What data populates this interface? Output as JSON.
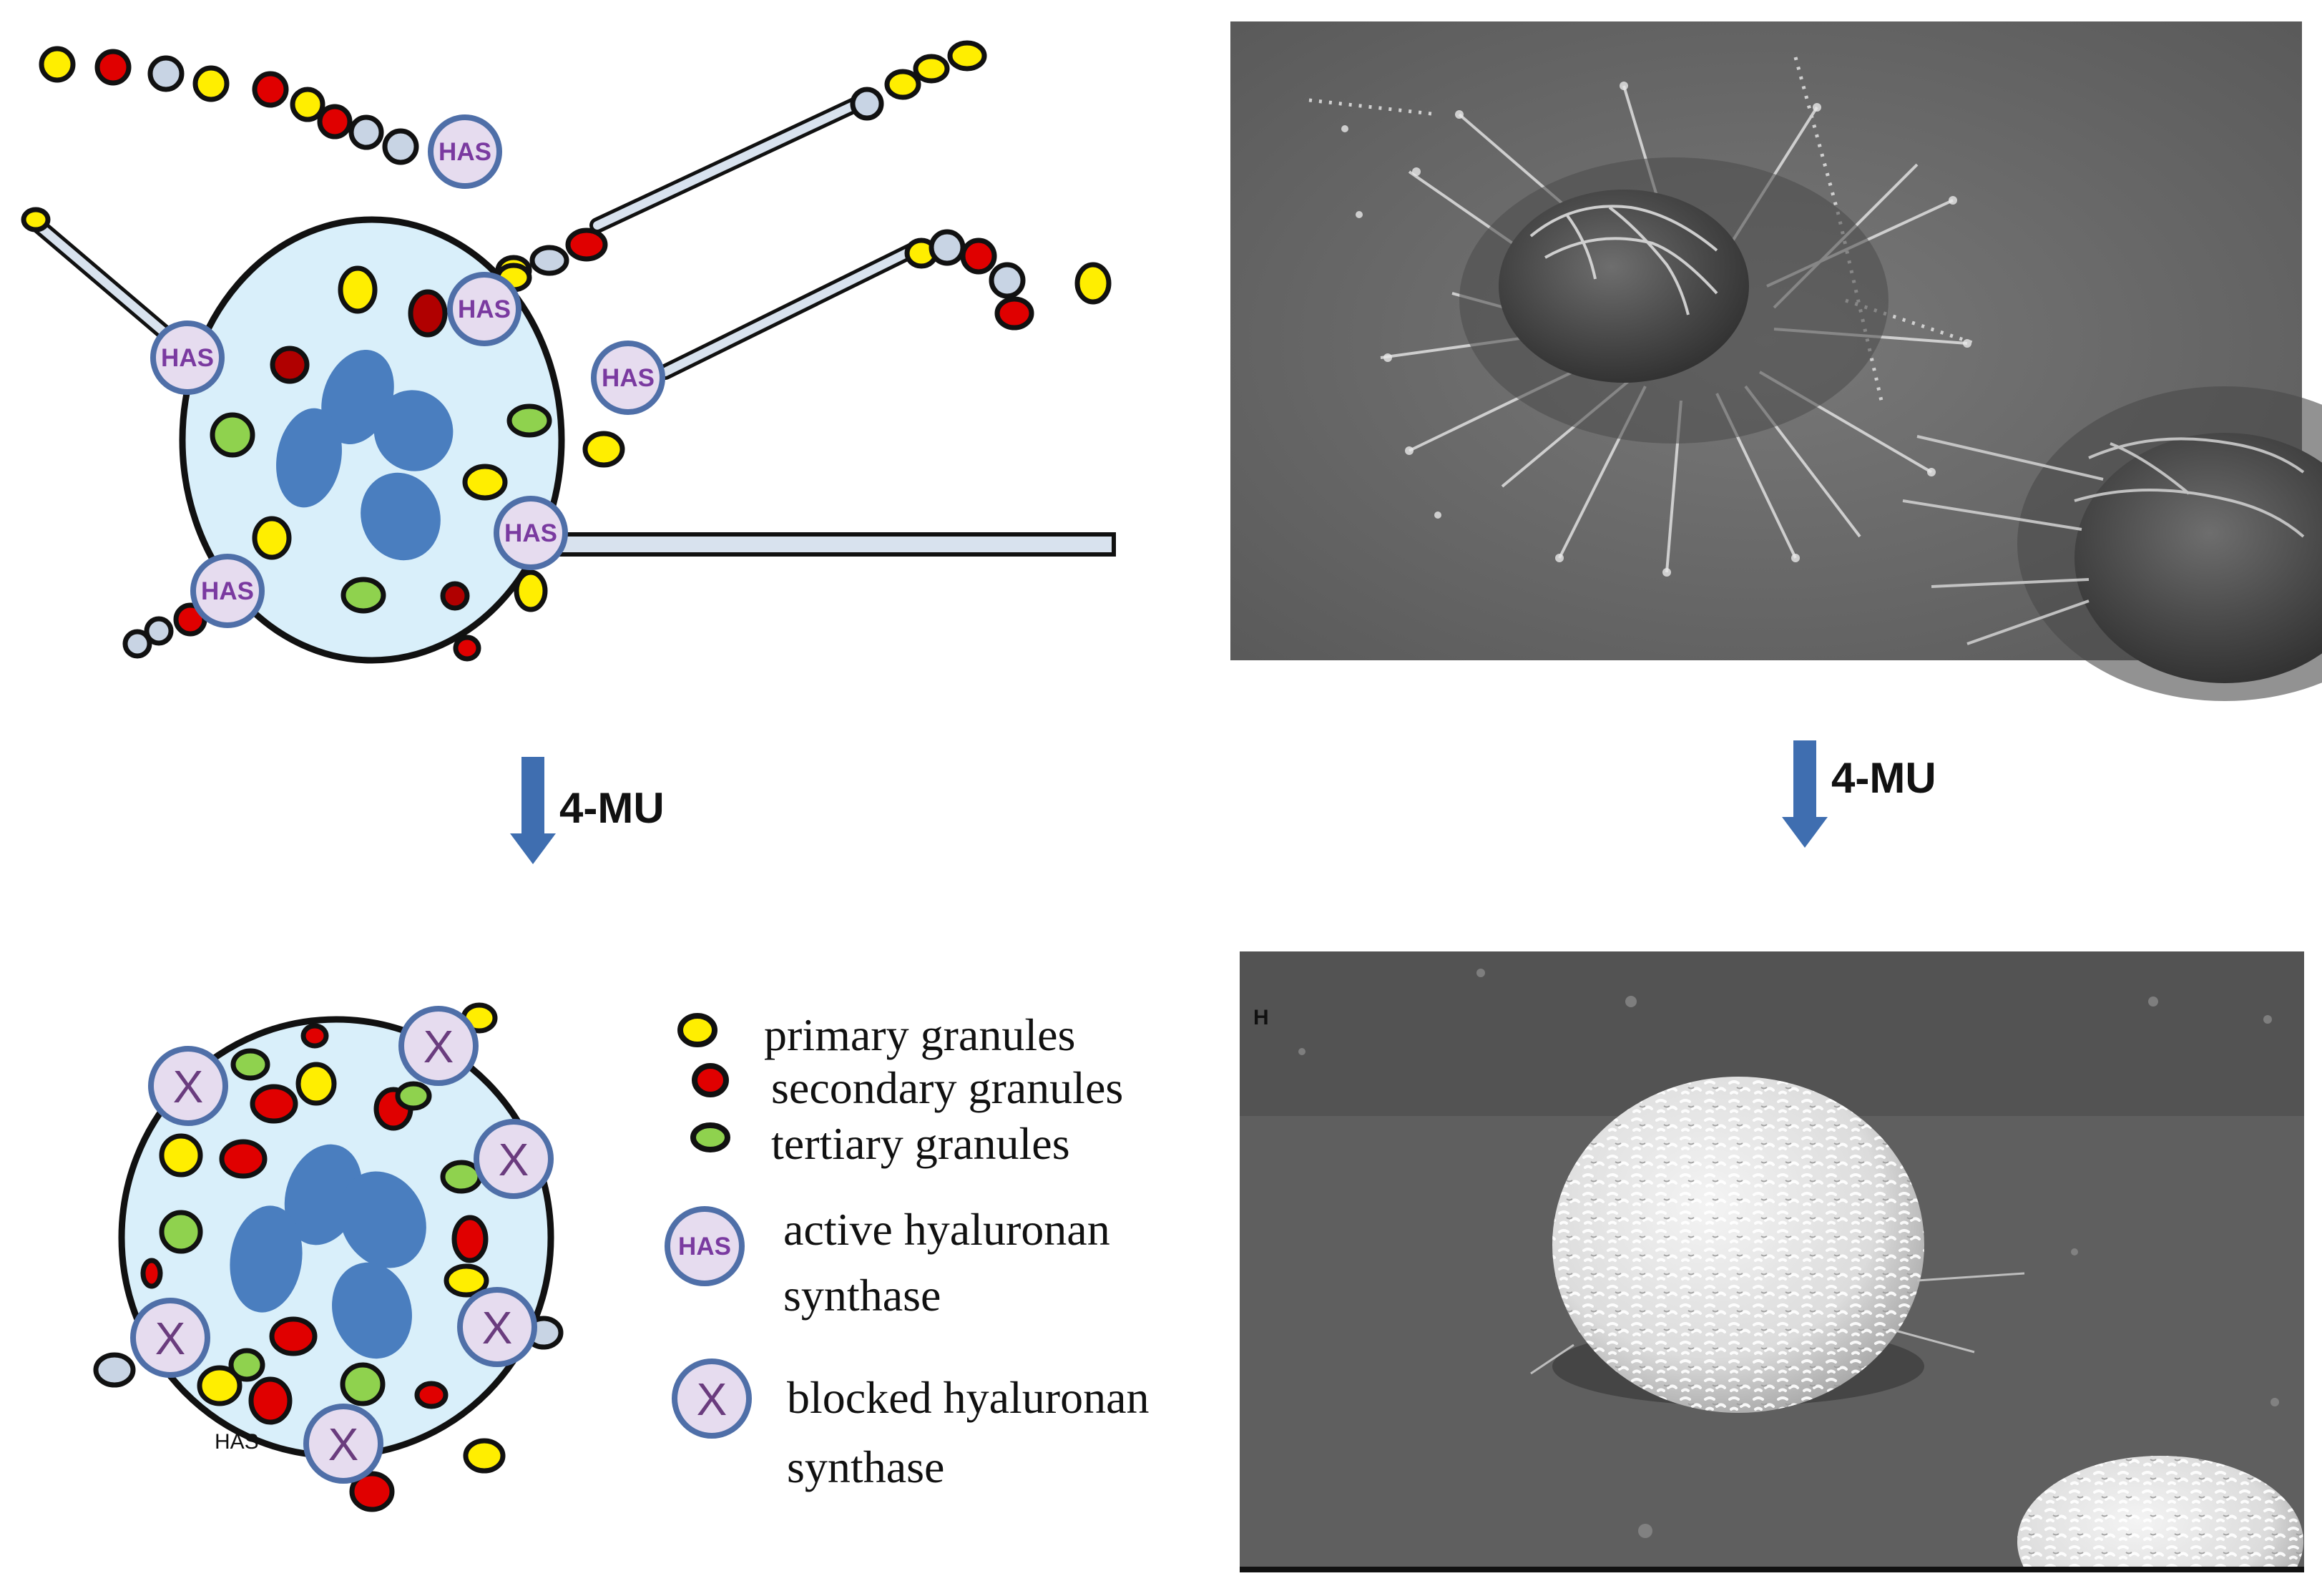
{
  "labels": {
    "has": "HAS",
    "blocked": "X",
    "treatment_left": "4-MU",
    "treatment_right": "4-MU",
    "bottom_has_fragment": "HAS",
    "sem_panel_letter": "H"
  },
  "legend": {
    "primary": "primary  granules",
    "secondary": "secondary granules",
    "tertiary": "tertiary  granules",
    "active_line1": "active  hyaluronan",
    "active_line2": "synthase",
    "blocked_line1": "blocked hyaluronan",
    "blocked_line2": "synthase"
  },
  "colors": {
    "cell_fill": "#d9effa",
    "nucleus": "#4a7ebf",
    "primary_granule": "#ffee00",
    "secondary_granule": "#e00000",
    "secondary_dark": "#b00000",
    "tertiary_granule": "#8fd24e",
    "hyaluronan_bead": "#c8d4e4",
    "has_fill": "#e6dcef",
    "has_border": "#4f6fa8",
    "arrow": "#3f6eb0",
    "sem_background": "#6a6a6a"
  }
}
